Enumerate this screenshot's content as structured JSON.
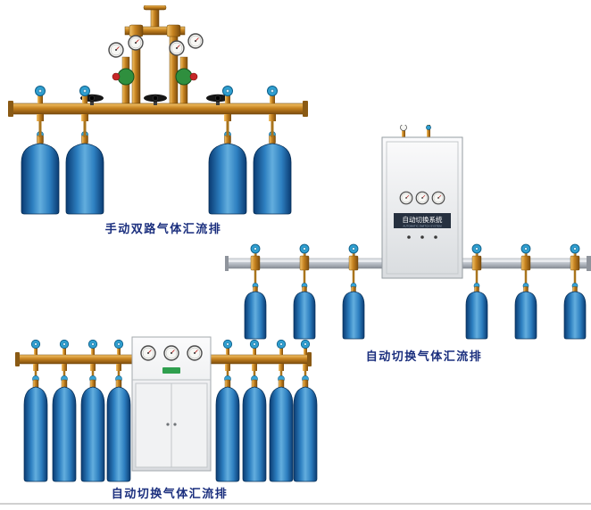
{
  "page": {
    "background": "#ffffff"
  },
  "figures": [
    {
      "id": "manual-dual-manifold",
      "caption": "手动双路气体汇流排"
    },
    {
      "id": "auto-switch-manifold-right",
      "caption": "自动切换气体汇流排",
      "cabinet_label": "自动切换系统",
      "cabinet_sublabel": "AUTOMATIC SWITCH SYSTEM"
    },
    {
      "id": "auto-switch-manifold-bottom",
      "caption": "自动切换气体汇流排"
    }
  ],
  "icons": {
    "pressure_gauge": "gauge-icon",
    "cyan_handwheel": "valve-handwheel-icon",
    "black_handwheel": "valve-handwheel-icon",
    "gas_cylinder": "gas-cylinder",
    "control_cabinet": "control-cabinet"
  },
  "colors": {
    "caption_text": "#1b2f7e",
    "cylinder_blue": "#2d7fc0",
    "brass_pipe": "#c5821f",
    "steel_pipe": "#b9bfc7",
    "cabinet_body": "#e8eaec",
    "handwheel_cyan": "#2f9fd0",
    "regulator_green": "#2f8f3e",
    "background": "#ffffff"
  }
}
